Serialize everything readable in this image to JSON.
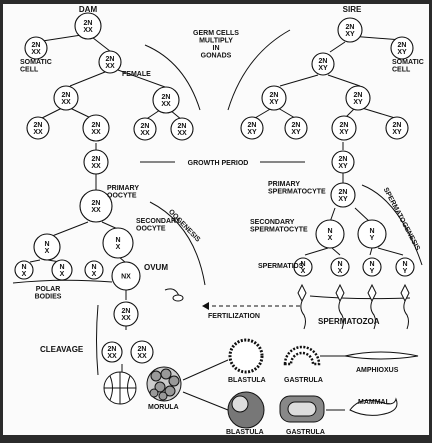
{
  "labels": {
    "dam": "DAM",
    "sire": "SIRE",
    "somatic_cell_left": "SOMATIC\nCELL",
    "somatic_cell_right": "SOMATIC\nCELL",
    "female": "FEMALE",
    "germ_cells": "GERM CELLS\nMULTIPLY\nIN\nGONADS",
    "growth_period": "GROWTH PERIOD",
    "primary_oocyte": "PRIMARY\nOOCYTE",
    "secondary_oocyte": "SECONDARY\nOOCYTE",
    "oogenesis": "OOGENESIS",
    "polar_bodies": "POLAR\nBODIES",
    "ovum": "OVUM",
    "primary_spermatocyte": "PRIMARY\nSPERMATOCYTE",
    "secondary_spermatocyte": "SECONDARY\nSPERMATOCYTE",
    "spermatogenesis": "SPERMATOGENESIS",
    "spermatids": "SPERMATIDS",
    "spermatozoa": "SPERMATOZOA",
    "fertilization": "FERTILIZATION",
    "cleavage": "CLEAVAGE",
    "morula": "MORULA",
    "blastula_top": "BLASTULA",
    "gastrula_top": "GASTRULA",
    "amphioxus": "AMPHIOXUS",
    "blastula_bottom": "BLASTULA",
    "gastrula_bottom": "GASTRULA",
    "mammal": "MAMMAL"
  },
  "cells": {
    "dam_root": [
      "2N",
      "XX"
    ],
    "dam_somatic": [
      "2N",
      "XX"
    ],
    "dam_l2_left": [
      "2N",
      "XX"
    ],
    "dam_l2_right": [
      "2N",
      "XX"
    ],
    "dam_l3_a": [
      "2N",
      "XX"
    ],
    "dam_l3_b": [
      "2N",
      "XX"
    ],
    "dam_l4_a": [
      "2N",
      "XX"
    ],
    "dam_l4_b": [
      "2N",
      "XX"
    ],
    "dam_l4_c": [
      "2N",
      "XX"
    ],
    "dam_l4_d": [
      "2N",
      "XX"
    ],
    "dam_growth": [
      "2N",
      "XX"
    ],
    "primary_oocyte": [
      "2N",
      "XX"
    ],
    "polar_big": [
      "N",
      "X"
    ],
    "secondary_oocyte": [
      "N",
      "X"
    ],
    "polar_a": [
      "N",
      "X"
    ],
    "polar_b": [
      "N",
      "X"
    ],
    "polar_c": [
      "N",
      "X"
    ],
    "ovum": [
      "NX"
    ],
    "sire_root": [
      "2N",
      "XY"
    ],
    "sire_somatic": [
      "2N",
      "XY"
    ],
    "sire_l2_left": [
      "2N",
      "XY"
    ],
    "sire_l2_right": [
      "2N",
      "XY"
    ],
    "sire_l3_a": [
      "2N",
      "XY"
    ],
    "sire_l3_b": [
      "2N",
      "XY"
    ],
    "sire_l4_a": [
      "2N",
      "XY"
    ],
    "sire_l4_b": [
      "2N",
      "XY"
    ],
    "sire_l4_c": [
      "2N",
      "XY"
    ],
    "sire_l4_d": [
      "2N",
      "XY"
    ],
    "sire_growth": [
      "2N",
      "XY"
    ],
    "primary_spermatocyte": [
      "2N",
      "XY"
    ],
    "sec_sperm_x": [
      "N",
      "X"
    ],
    "sec_sperm_y": [
      "N",
      "Y"
    ],
    "spermatid_1": [
      "N",
      "X"
    ],
    "spermatid_2": [
      "N",
      "X"
    ],
    "spermatid_3": [
      "N",
      "Y"
    ],
    "spermatid_4": [
      "N",
      "Y"
    ],
    "zygote": [
      "2N",
      "XX"
    ],
    "cleave_a": [
      "2N",
      "XX"
    ],
    "cleave_b": [
      "2N",
      "XX"
    ]
  }
}
